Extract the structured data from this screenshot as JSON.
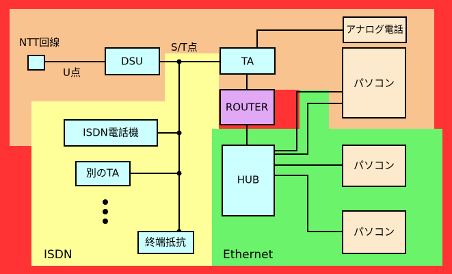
{
  "colors": {
    "outer_red": "#ff3333",
    "region_peach": "#f9c38f",
    "region_isdn_yellow": "#ffff99",
    "region_ethernet_green": "#6cf36c",
    "box_cyan": "#ccffff",
    "box_router": "#e0a8f5",
    "box_pc": "#fde9cc",
    "line": "#000000"
  },
  "labels": {
    "ntt_line": "NTT回線",
    "u_point": "U点",
    "st_point": "S/T点",
    "isdn": "ISDN",
    "ethernet": "Ethernet"
  },
  "boxes": {
    "dsu": "DSU",
    "ta": "TA",
    "analog_phone": "アナログ電話",
    "router": "ROUTER",
    "hub": "HUB",
    "isdn_phone": "ISDN電話機",
    "other_ta": "別のTA",
    "terminator": "終端抵抗",
    "pc_1": "パソコン",
    "pc_2": "パソコン",
    "pc_3": "パソコン"
  }
}
